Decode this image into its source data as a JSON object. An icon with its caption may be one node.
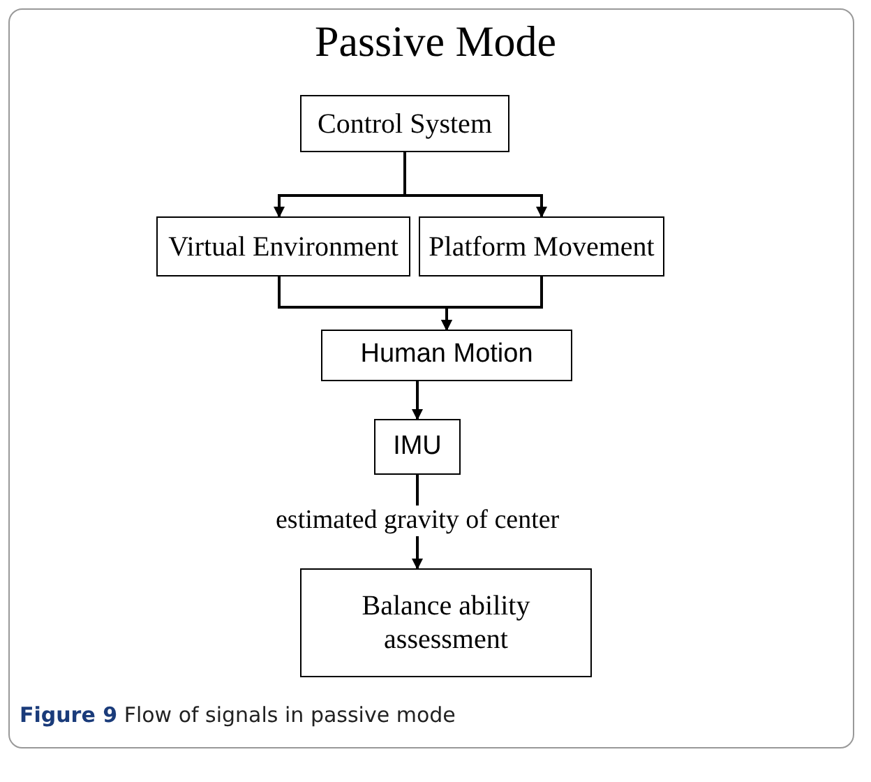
{
  "diagram": {
    "title": "Passive Mode",
    "caption": "**Figure 9** Flow of signals in passive mode",
    "nodes": [
      {
        "text": [
          "Control System"
        ]
      },
      {
        "text": [
          "Virtual Environment"
        ]
      },
      {
        "text": [
          "Platform Movement"
        ]
      },
      {
        "text": [
          "Human Motion"
        ]
      },
      {
        "text": [
          "IMU"
        ]
      },
      {
        "text": [
          "Balance ability assessment"
        ]
      }
    ],
    "edges": [
      {
        "from": 0,
        "to": 1,
        "arrow": "to"
      },
      {
        "from": 0,
        "to": 2,
        "arrow": "to"
      },
      {
        "from": 1,
        "to": 3,
        "arrow": "to"
      },
      {
        "from": 2,
        "to": 3,
        "arrow": "to"
      },
      {
        "from": 3,
        "to": 4,
        "arrow": "to"
      },
      {
        "from": 4,
        "to": 5,
        "arrow": "to",
        "label": "estimated gravity of center"
      }
    ]
  }
}
